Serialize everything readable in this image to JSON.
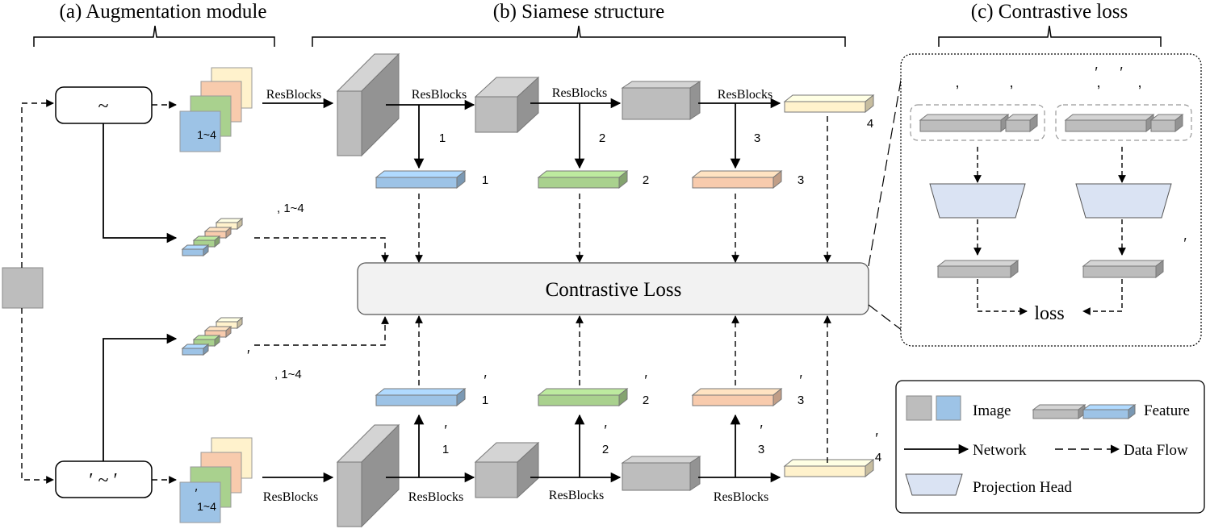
{
  "sections": {
    "a": "(a) Augmentation module",
    "b": "(b) Siamese structure",
    "c": "(c) Contrastive loss"
  },
  "aug": {
    "top_op": "~",
    "bottom_op": "′ ~  ′",
    "top_stack_label": "1~4",
    "bottom_stack_label": "1~4",
    "bottom_stack_prime": "′",
    "top_small_label": ", 1~4",
    "bottom_small_label": ", 1~4",
    "bottom_small_prime": "′"
  },
  "net": {
    "res_label": "ResBlocks",
    "top_branch_idx": [
      "1",
      "2",
      "3"
    ],
    "top_feat_idx": [
      "1",
      "2",
      "3"
    ],
    "top_end_idx": "4",
    "bottom_branch_idx": [
      "1",
      "2",
      "3"
    ],
    "bottom_feat_idx": [
      "1",
      "2",
      "3"
    ],
    "bottom_end_idx": "4",
    "prime": "′"
  },
  "loss_box": {
    "label": "Contrastive Loss"
  },
  "inset": {
    "left_top_punct": [
      ",",
      ","
    ],
    "right_top_punct": [
      "′",
      ",",
      "′",
      ","
    ],
    "right_out_prime": "′",
    "loss": "loss"
  },
  "legend": {
    "image": "Image",
    "feature": "Feature",
    "network": "Network",
    "dataflow": "Data Flow",
    "projection": "Projection Head"
  },
  "colors": {
    "gray": "#bdbdbd",
    "blue": "#9dc3e6",
    "green": "#a9d18e",
    "orange": "#f8cbad",
    "yellow": "#fff2cc",
    "proj": "#dae3f3",
    "loss_fill": "#f2f2f2"
  }
}
